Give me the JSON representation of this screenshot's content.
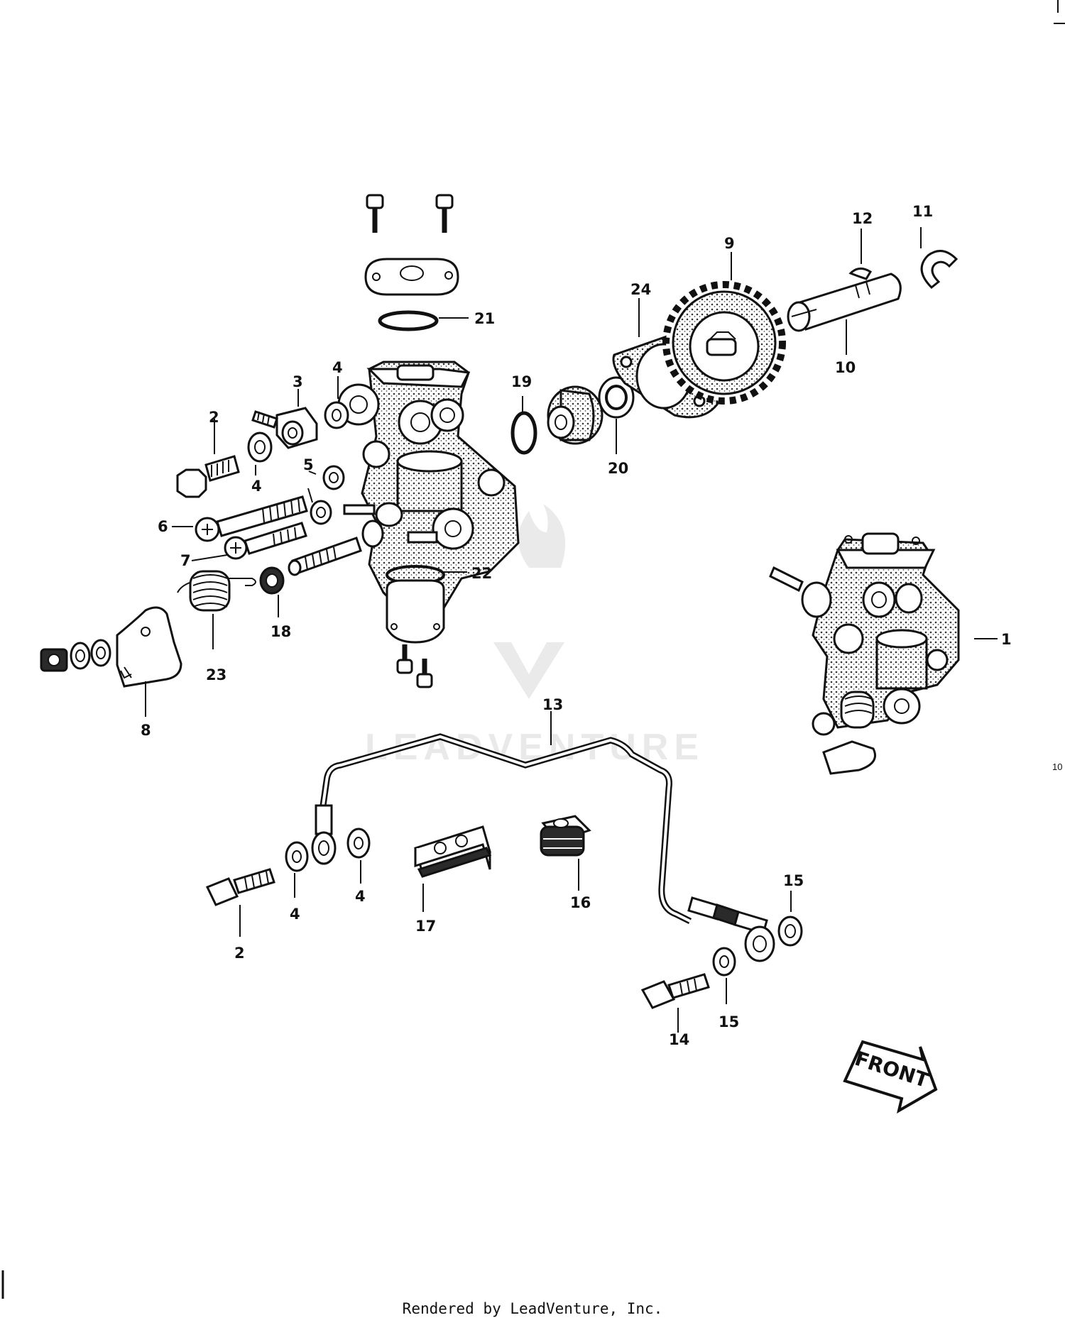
{
  "footer": "Rendered by LeadVenture, Inc.",
  "side_code": "10",
  "watermark": "LEADVENTURE",
  "front_arrow_label": "FRONT",
  "callouts": {
    "c1": "1",
    "c2a": "2",
    "c2b": "2",
    "c3": "3",
    "c4a": "4",
    "c4b": "4",
    "c4c": "4",
    "c4d": "4",
    "c5": "5",
    "c6": "6",
    "c7": "7",
    "c8": "8",
    "c9": "9",
    "c10": "10",
    "c11": "11",
    "c12": "12",
    "c13": "13",
    "c14": "14",
    "c15a": "15",
    "c15b": "15",
    "c16": "16",
    "c17": "17",
    "c18": "18",
    "c19": "19",
    "c20": "20",
    "c21": "21",
    "c22": "22",
    "c23": "23",
    "c24": "24"
  }
}
